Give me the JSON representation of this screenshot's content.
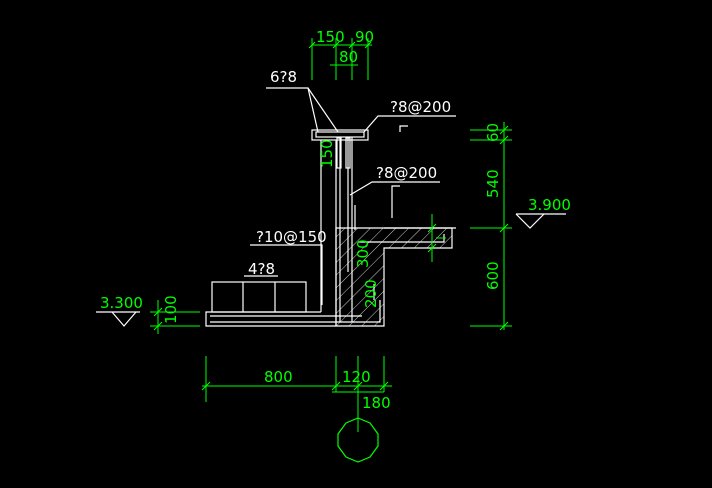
{
  "dimensions": {
    "top_150": "150",
    "top_90": "90",
    "top_80": "80",
    "wall_150": "150",
    "ledge_300": "300",
    "ledge_200": "200",
    "slab_100": "100",
    "right_60": "60",
    "right_540": "540",
    "right_600": "600",
    "bottom_800": "800",
    "bottom_120": "120",
    "bottom_180": "180"
  },
  "elevations": {
    "left": "3.300",
    "right": "3.900"
  },
  "rebar": {
    "top_bars": "6?8",
    "top_stirrup": "?8@200",
    "wall_stirrup": "?8@200",
    "wall_main": "?10@150",
    "slab_bars": "4?8"
  },
  "colors": {
    "lines": "#ffffff",
    "dimensions": "#00ff00",
    "background": "#000000"
  }
}
